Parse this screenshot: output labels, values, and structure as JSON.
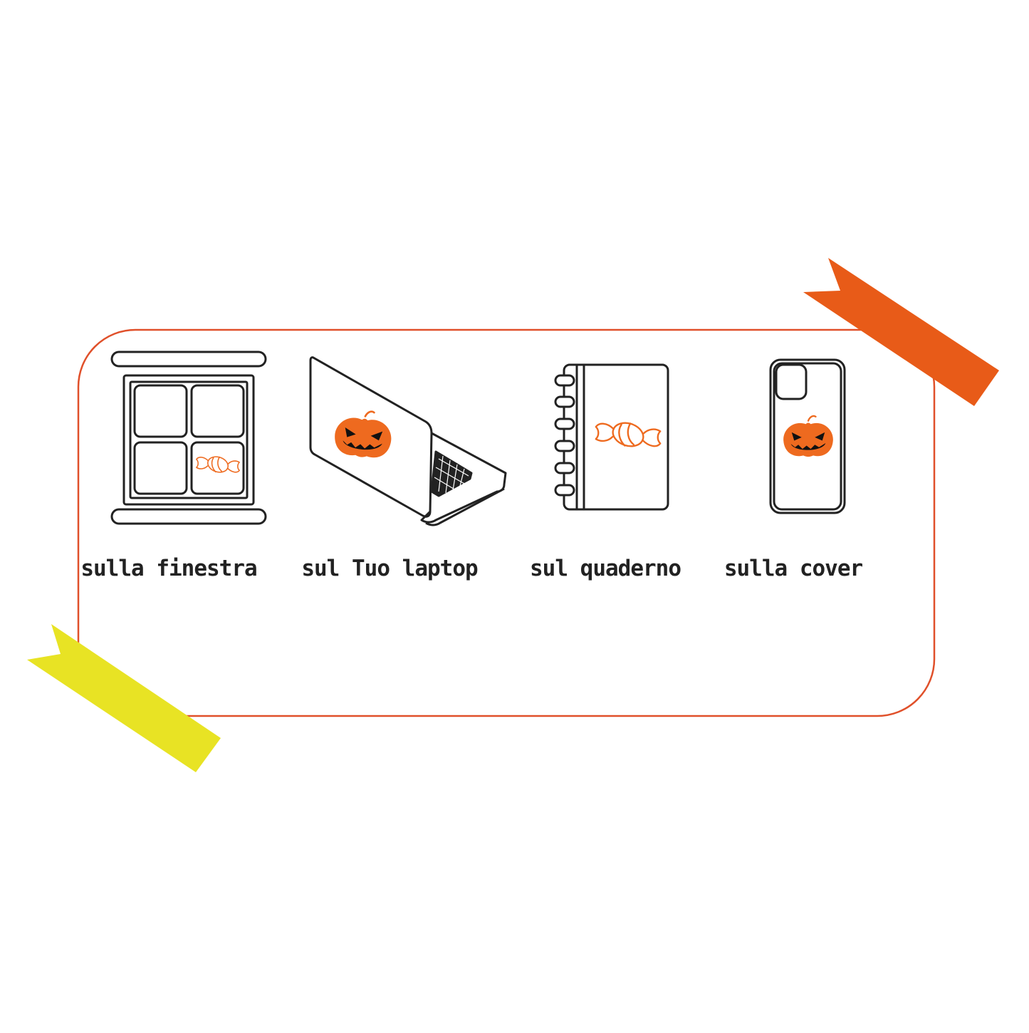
{
  "colors": {
    "frame_border": "#E0502A",
    "accent_orange": "#E85B18",
    "accent_yellow": "#E8E324",
    "sticker_orange": "#EE6A1F",
    "outline": "#222222"
  },
  "decorations": {
    "top_right_ribbon": "orange-ribbon-icon",
    "bottom_left_ribbon": "yellow-ribbon-icon"
  },
  "items": [
    {
      "icon": "window-icon",
      "sticker": "candy-icon",
      "label": "sulla finestra"
    },
    {
      "icon": "laptop-icon",
      "sticker": "pumpkin-icon",
      "label": "sul Tuo laptop"
    },
    {
      "icon": "notebook-icon",
      "sticker": "candy-icon",
      "label": "sul quaderno"
    },
    {
      "icon": "phone-icon",
      "sticker": "pumpkin-icon",
      "label": "sulla cover"
    }
  ]
}
